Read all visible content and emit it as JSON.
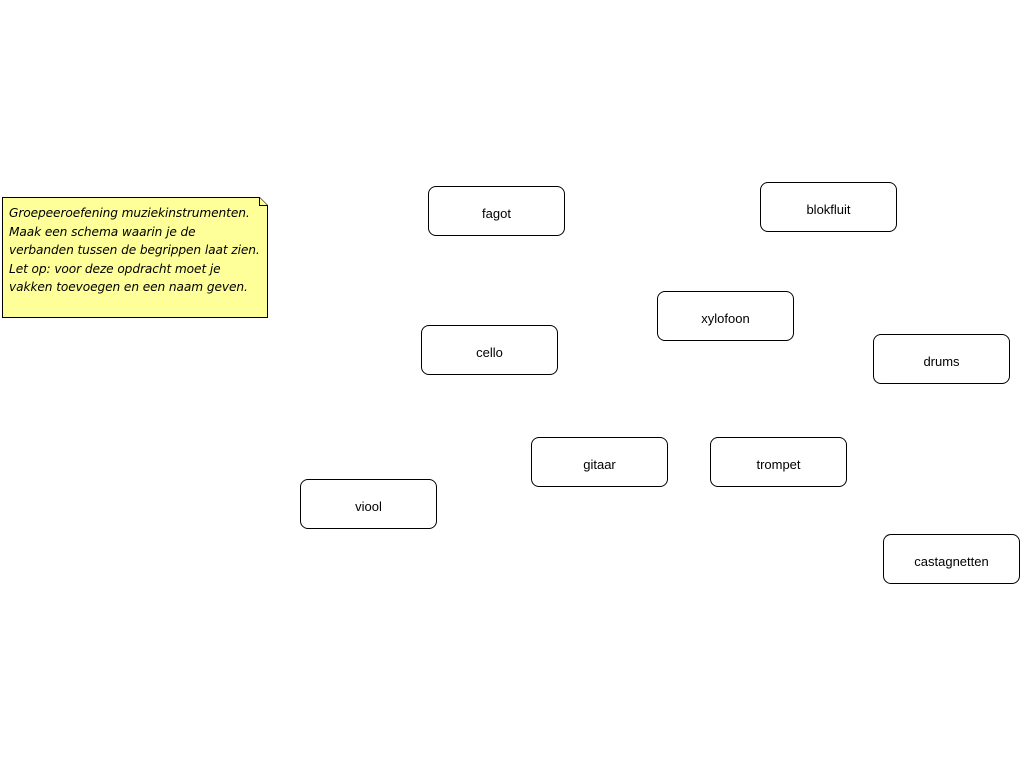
{
  "note": {
    "text": "Groepeeroefening muziekinstrumenten. Maak een schema waarin je de verbanden tussen de begrippen laat zien. Let op: voor deze opdracht moet je vakken toevoegen en een naam geven.",
    "background_color": "#ffff99",
    "border_color": "#000000"
  },
  "concepts": [
    {
      "label": "fagot"
    },
    {
      "label": "blokfluit"
    },
    {
      "label": "xylofoon"
    },
    {
      "label": "cello"
    },
    {
      "label": "drums"
    },
    {
      "label": "gitaar"
    },
    {
      "label": "trompet"
    },
    {
      "label": "viool"
    },
    {
      "label": "castagnetten"
    }
  ]
}
